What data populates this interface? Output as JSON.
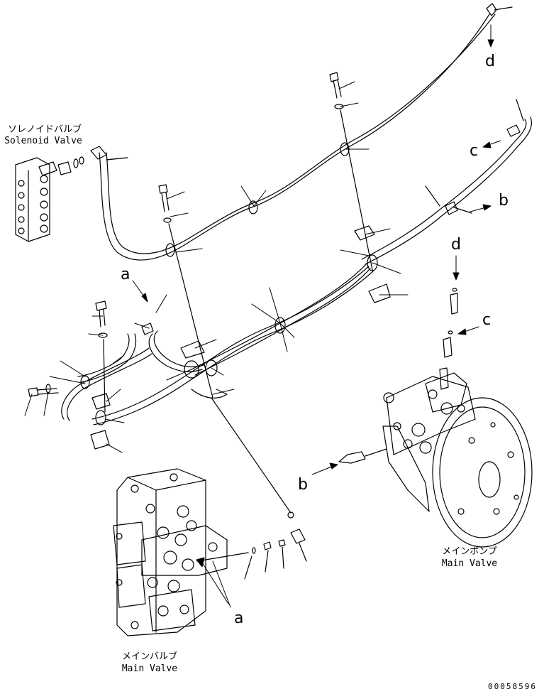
{
  "labels": {
    "solenoid_valve_jp": "ソレノイドバルブ",
    "solenoid_valve_en": "Solenoid Valve",
    "main_pump_jp": "メインポンプ",
    "main_pump_en": "Main Valve",
    "main_valve_jp": "メインバルブ",
    "main_valve_en": "Main Valve"
  },
  "connection_letters": {
    "a_top": "a",
    "a_bottom": "a",
    "b_right": "b",
    "b_pump": "b",
    "c_right": "c",
    "c_pump": "c",
    "d_top": "d",
    "d_pump": "d"
  },
  "drawing_number": "00058596",
  "colors": {
    "line": "#000000",
    "background": "#ffffff"
  }
}
